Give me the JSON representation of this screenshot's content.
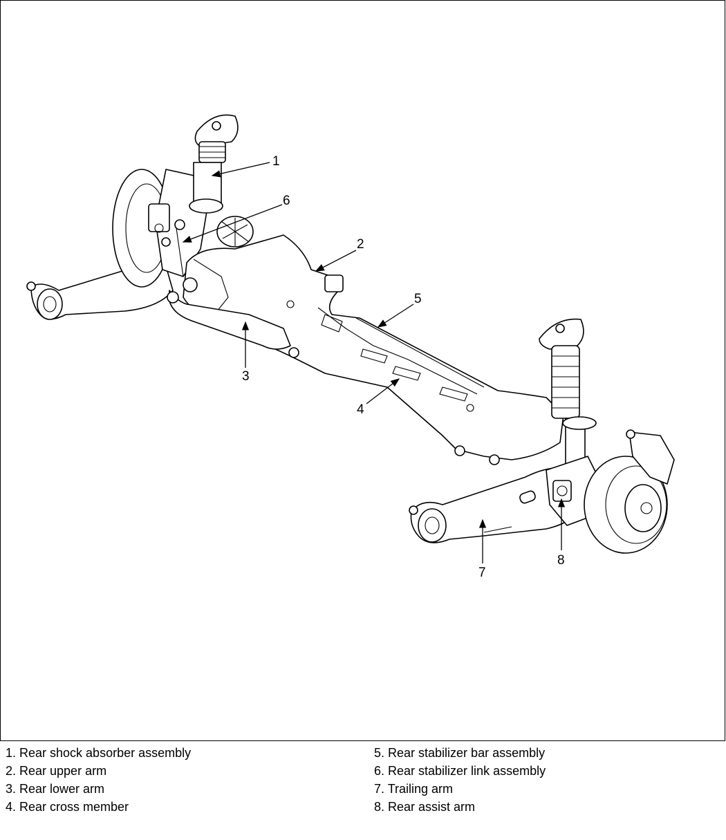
{
  "callouts": [
    {
      "num": "1"
    },
    {
      "num": "2"
    },
    {
      "num": "3"
    },
    {
      "num": "4"
    },
    {
      "num": "5"
    },
    {
      "num": "6"
    },
    {
      "num": "7"
    },
    {
      "num": "8"
    }
  ],
  "legend": {
    "left": [
      "1. Rear shock absorber assembly",
      "2. Rear upper arm",
      "3. Rear lower arm",
      "4. Rear cross member"
    ],
    "right": [
      "5. Rear stabilizer bar assembly",
      "6. Rear stabilizer link assembly",
      "7. Trailing arm",
      "8. Rear assist arm"
    ]
  }
}
